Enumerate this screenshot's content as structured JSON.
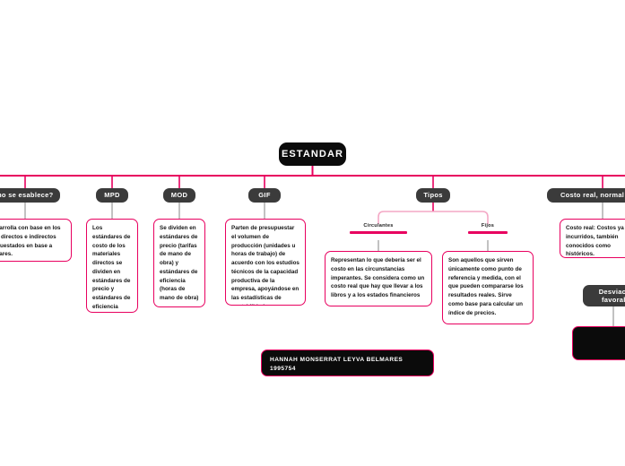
{
  "theme": {
    "accent": "#e8005f",
    "node_dark": "#3b3b3b",
    "node_black": "#0b0b0b",
    "card_bg": "#ffffff",
    "page_bg": "#ffffff",
    "text_dark": "#141414"
  },
  "root": {
    "label": "ESTANDAR"
  },
  "branches": [
    {
      "id": "como-se-establece",
      "label": "¿Cómo se esablece?",
      "card": "Se desarrolla con base en los costos directos e indirectos presupuestados en base a estándares."
    },
    {
      "id": "mpd",
      "label": "MPD",
      "card": "Los estándares de costo de los materiales directos se dividen en estándares de precio y estándares de eficiencia (uso)."
    },
    {
      "id": "mod",
      "label": "MOD",
      "card": "Se dividen en estándares de precio (tarifas de mano de obra) y estándares de eficiencia (horas de mano de obra)"
    },
    {
      "id": "gif",
      "label": "GIF",
      "card": "Parten de presupuestar el volumen de producción (unidades u horas de trabajo) de acuerdo con los estudios técnicos de la capacidad productiva de la empresa, apoyándose en las estadísticas de contabilidad."
    },
    {
      "id": "tipos",
      "label": "Tipos",
      "children": [
        {
          "id": "circulantes",
          "label": "Circulantes",
          "card": "Representan lo que debería ser el costo en las circunstancias imperantes. Se considera como un costo real que hay que llevar a los libros y a los estados financieros"
        },
        {
          "id": "fijos",
          "label": "Fijos",
          "card": "Son aquellos que sirven únicamente como punto de referencia y medida, con el que pueden compararse los resultados reales. Sirve como base para calcular un índice de precios."
        }
      ]
    },
    {
      "id": "costo-real-normal",
      "label": "Costo real, normal y",
      "card": "Costo real: Costos ya incurridos, también conocidos como históricos.",
      "children": [
        {
          "id": "desviacion-favorable",
          "label": "Desviación favorable",
          "card": ""
        }
      ]
    }
  ],
  "author": {
    "name": "HANNAH MONSERRAT LEYVA BELMARES",
    "id": "1995754"
  }
}
